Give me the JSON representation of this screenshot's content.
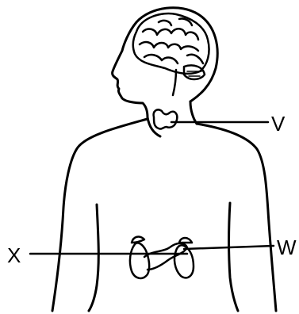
{
  "labels": {
    "v": "V",
    "w": "W",
    "x": "X"
  },
  "colors": {
    "ink": "#000000",
    "background": "#ffffff"
  }
}
